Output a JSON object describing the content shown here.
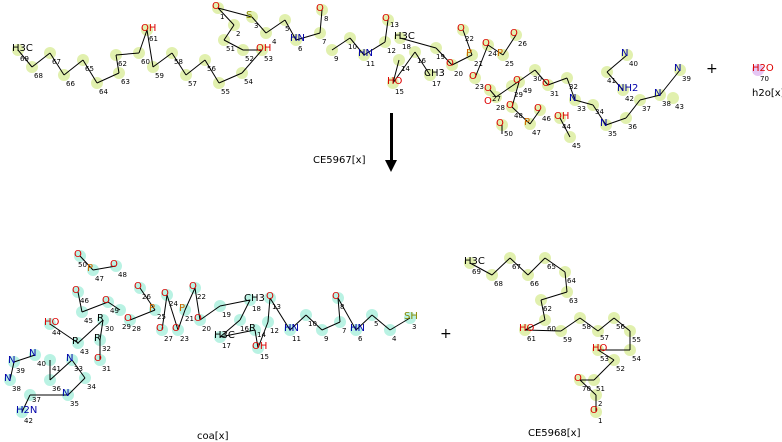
{
  "reaction": {
    "reactants": [
      {
        "name": "CE5967[x]",
        "highlight": "#d9ec9a"
      },
      {
        "name": "h2o[x]",
        "highlight": "#e0b8f0"
      }
    ],
    "products": [
      {
        "name": "coa[x]",
        "highlight": "#a8efdc"
      },
      {
        "name": "CE5968[x]",
        "highlight": "#d9ec9a"
      }
    ],
    "arrow_label": "CE5967[x]",
    "plus": "+"
  },
  "atoms": {
    "ce5967": [
      [
        "H3C",
        "69"
      ],
      [
        "",
        "68"
      ],
      [
        "",
        "67"
      ],
      [
        "",
        "66"
      ],
      [
        "",
        "65"
      ],
      [
        "",
        "64"
      ],
      [
        "",
        "63"
      ],
      [
        "",
        "62"
      ],
      [
        "",
        "60"
      ],
      [
        "OH",
        "61"
      ],
      [
        "",
        "59"
      ],
      [
        "",
        "58"
      ],
      [
        "",
        "57"
      ],
      [
        "",
        "56"
      ],
      [
        "",
        "55"
      ],
      [
        "",
        "54"
      ],
      [
        "OH",
        "53"
      ],
      [
        "",
        "52"
      ],
      [
        "",
        "51"
      ],
      [
        "",
        "2"
      ],
      [
        "O",
        "1"
      ],
      [
        "S",
        "3"
      ],
      [
        "",
        "4"
      ],
      [
        "",
        "5"
      ],
      [
        "HN",
        "6"
      ],
      [
        "",
        "7"
      ],
      [
        "O",
        "8"
      ],
      [
        "",
        "9"
      ],
      [
        "",
        "10"
      ],
      [
        "HN",
        "11"
      ],
      [
        "",
        "12"
      ],
      [
        "O",
        "13"
      ],
      [
        "",
        "14"
      ],
      [
        "HO",
        "15"
      ],
      [
        "",
        "16"
      ],
      [
        "CH3",
        "17"
      ],
      [
        "H3C",
        "18"
      ],
      [
        "",
        "19"
      ],
      [
        "O",
        "20"
      ],
      [
        "P",
        "21"
      ],
      [
        "O",
        "22"
      ],
      [
        "O",
        "23"
      ],
      [
        "O",
        "24"
      ],
      [
        "P",
        "25"
      ],
      [
        "O",
        "26"
      ],
      [
        "O",
        "27"
      ],
      [
        "O",
        "28"
      ],
      [
        "",
        "29"
      ],
      [
        "",
        "30"
      ],
      [
        "O",
        "31"
      ],
      [
        "",
        "32"
      ],
      [
        "N",
        "33"
      ],
      [
        "",
        "34"
      ],
      [
        "N",
        "35"
      ],
      [
        "",
        "36"
      ],
      [
        "",
        "37"
      ],
      [
        "N",
        "38"
      ],
      [
        "N",
        "39"
      ],
      [
        "N",
        "40"
      ],
      [
        "",
        "41"
      ],
      [
        "NH2",
        "42"
      ],
      [
        "",
        "43"
      ],
      [
        "OH",
        "44"
      ],
      [
        "",
        "45"
      ],
      [
        "O",
        "46"
      ],
      [
        "P",
        "47"
      ],
      [
        "O",
        "48"
      ],
      [
        "O",
        "49"
      ],
      [
        "O",
        "50"
      ]
    ],
    "h2o": [
      [
        "H2O",
        "70"
      ]
    ],
    "coa": [
      [
        "O",
        "50"
      ],
      [
        "P",
        "47"
      ],
      [
        "O",
        "48"
      ],
      [
        "O",
        "46"
      ],
      [
        "",
        "45"
      ],
      [
        "O",
        "49"
      ],
      [
        "",
        "29"
      ],
      [
        "HO",
        "44"
      ],
      [
        "R",
        "43"
      ],
      [
        "R",
        "30"
      ],
      [
        "R",
        "32"
      ],
      [
        "O",
        "31"
      ],
      [
        "N",
        "40"
      ],
      [
        "N",
        "39"
      ],
      [
        "N",
        "38"
      ],
      [
        "",
        "41"
      ],
      [
        "",
        "36"
      ],
      [
        "N",
        "33"
      ],
      [
        "",
        "34"
      ],
      [
        "N",
        "35"
      ],
      [
        "",
        "37"
      ],
      [
        "H2N",
        "42"
      ],
      [
        "O",
        "28"
      ],
      [
        "P",
        "25"
      ],
      [
        "O",
        "26"
      ],
      [
        "O",
        "27"
      ],
      [
        "O",
        "24"
      ],
      [
        "O",
        "23"
      ],
      [
        "P",
        "21"
      ],
      [
        "O",
        "22"
      ],
      [
        "O",
        "20"
      ],
      [
        "",
        "19"
      ],
      [
        "CH3",
        "18"
      ],
      [
        "",
        "16"
      ],
      [
        "H3C",
        "17"
      ],
      [
        "R",
        "14"
      ],
      [
        "OH",
        "15"
      ],
      [
        "",
        "12"
      ],
      [
        "O",
        "13"
      ],
      [
        "HN",
        "11"
      ],
      [
        "",
        "10"
      ],
      [
        "",
        "9"
      ],
      [
        "",
        "7"
      ],
      [
        "O",
        "8"
      ],
      [
        "HN",
        "6"
      ],
      [
        "",
        "5"
      ],
      [
        "",
        "4"
      ],
      [
        "SH",
        "3"
      ]
    ],
    "ce5968": [
      [
        "H3C",
        "69"
      ],
      [
        "",
        "68"
      ],
      [
        "",
        "67"
      ],
      [
        "",
        "66"
      ],
      [
        "",
        "65"
      ],
      [
        "",
        "64"
      ],
      [
        "",
        "63"
      ],
      [
        "",
        "62"
      ],
      [
        "",
        "60"
      ],
      [
        "HO",
        "61"
      ],
      [
        "",
        "59"
      ],
      [
        "",
        "58"
      ],
      [
        "",
        "57"
      ],
      [
        "",
        "56"
      ],
      [
        "",
        "55"
      ],
      [
        "",
        "54"
      ],
      [
        "HO",
        "53"
      ],
      [
        "",
        "52"
      ],
      [
        "",
        "51"
      ],
      [
        "O",
        "70"
      ],
      [
        "",
        "2"
      ],
      [
        "O",
        "1"
      ]
    ]
  }
}
